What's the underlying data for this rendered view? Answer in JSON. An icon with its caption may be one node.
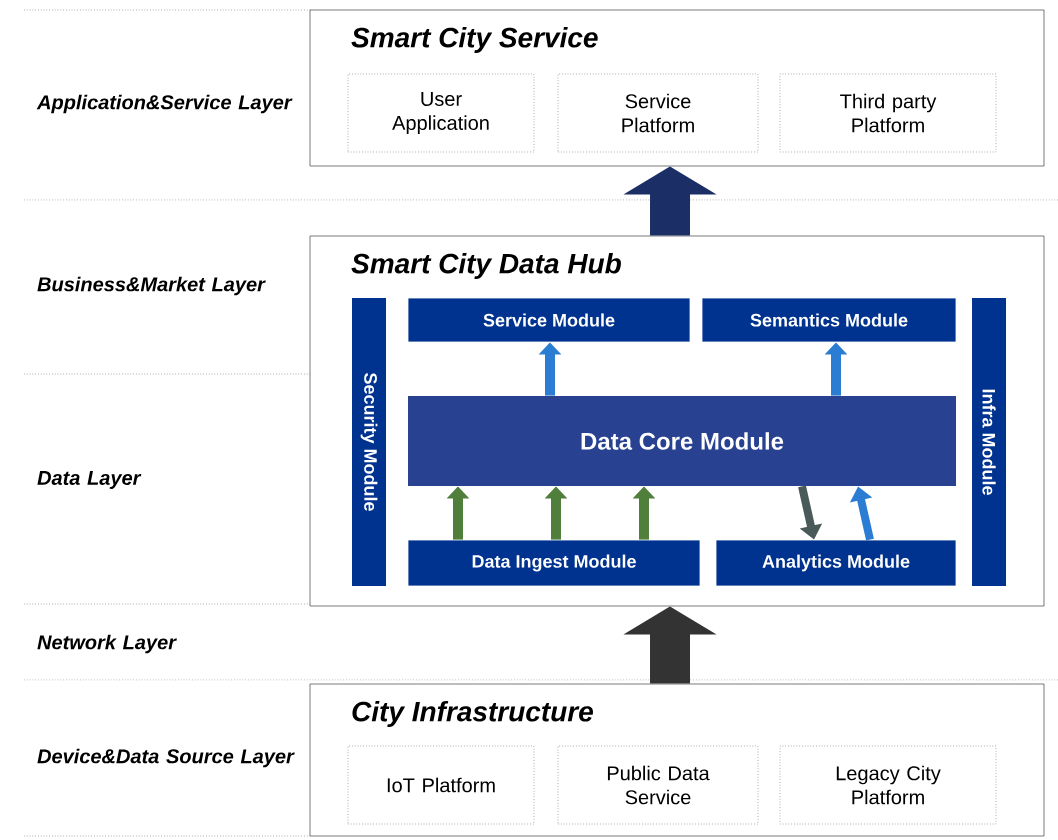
{
  "diagram": {
    "nodes": [
      {
        "text": [
          "Smart City Service"
        ]
      },
      {
        "text": [
          "User Application"
        ],
        "in": 0
      },
      {
        "text": [
          "Service Platform"
        ],
        "in": 0
      },
      {
        "text": [
          "Third party Platform"
        ],
        "in": 0
      },
      {
        "text": [
          "Smart City Data Hub"
        ]
      },
      {
        "text": [
          "Security Module"
        ],
        "in": 4
      },
      {
        "text": [
          "Service Module"
        ],
        "in": 4
      },
      {
        "text": [
          "Semantics Module"
        ],
        "in": 4
      },
      {
        "text": [
          "Infra Module"
        ],
        "in": 4
      },
      {
        "text": [
          "Data Core Module"
        ],
        "in": 4
      },
      {
        "text": [
          "Data Ingest Module"
        ],
        "in": 4
      },
      {
        "text": [
          "Analytics Module"
        ],
        "in": 4
      },
      {
        "text": [
          "City Infrastructure"
        ]
      },
      {
        "text": [
          "IoT Platform"
        ],
        "in": 12
      },
      {
        "text": [
          "Public Data Service"
        ],
        "in": 12
      },
      {
        "text": [
          "Legacy City Platform"
        ],
        "in": 12
      }
    ],
    "edges": [
      {
        "from": 4,
        "to": 0,
        "arrow": "to",
        "style": "thick",
        "color": "#1b2f66"
      },
      {
        "from": 12,
        "to": 4,
        "arrow": "to",
        "style": "thick",
        "color": "#333333"
      },
      {
        "from": 9,
        "to": 6,
        "arrow": "to"
      },
      {
        "from": 9,
        "to": 7,
        "arrow": "to"
      },
      {
        "from": 10,
        "to": 9,
        "arrow": "to",
        "color": "#4f7f3a"
      },
      {
        "from": 10,
        "to": 9,
        "arrow": "to",
        "color": "#4f7f3a"
      },
      {
        "from": 10,
        "to": 9,
        "arrow": "to",
        "color": "#4f7f3a"
      },
      {
        "from": 9,
        "to": 11,
        "arrow": "to",
        "color": "#4a5a58"
      },
      {
        "from": 11,
        "to": 9,
        "arrow": "to"
      }
    ],
    "labels": [
      "Application&Service Layer",
      "Business&Market Layer",
      "Data Layer",
      "Network Layer",
      "Device&Data Source Layer"
    ]
  }
}
